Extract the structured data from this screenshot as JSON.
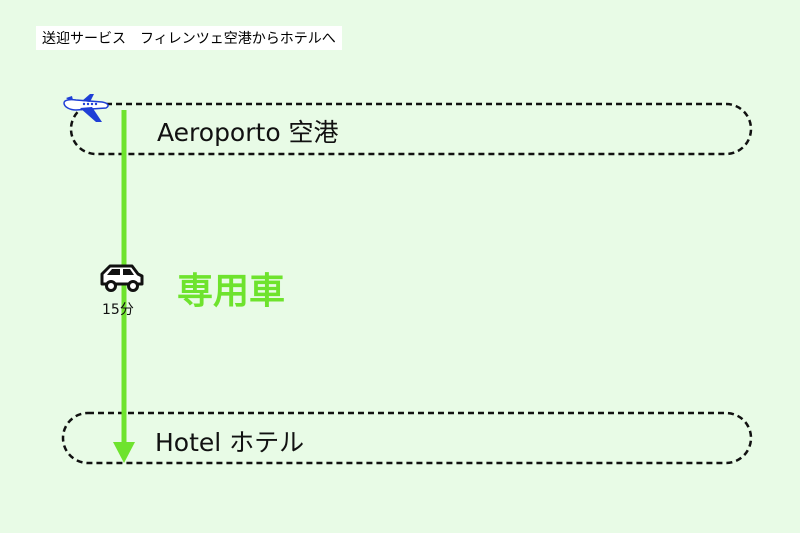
{
  "title": "送迎サービス　フィレンツェ空港からホテルへ",
  "origin": {
    "label": "Aeroporto 空港",
    "icon": "airplane-icon"
  },
  "destination": {
    "label": "Hotel ホテル"
  },
  "transport": {
    "label": "専用車",
    "duration": "15分",
    "icon": "car-icon"
  },
  "colors": {
    "background": "#e8fbe6",
    "route": "#6ee32d",
    "transport_label": "#6ee32d",
    "airplane_body": "#ffffff",
    "airplane_accent": "#1f3fd6"
  }
}
